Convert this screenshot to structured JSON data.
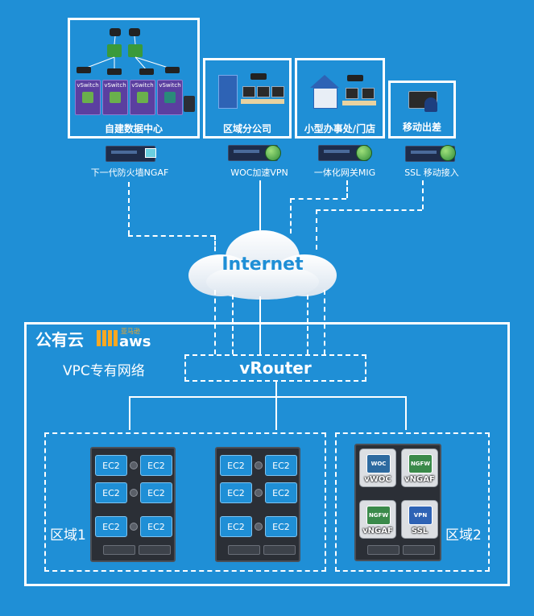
{
  "sites": {
    "datacenter": {
      "title": "自建数据中心",
      "vswitch": [
        "vSwitch",
        "vSwitch",
        "vSwitch",
        "vSwitch"
      ],
      "device_label": "下一代防火墙NGAF"
    },
    "branch": {
      "title": "区域分公司",
      "device_label": "WOC加速VPN"
    },
    "small_office": {
      "title": "小型办事处/门店",
      "device_label": "一体化网关MIG"
    },
    "mobile": {
      "title": "移动出差",
      "device_label": "SSL 移动接入"
    }
  },
  "internet": {
    "label": "Internet"
  },
  "cloud": {
    "title": "公有云",
    "aws_logo": {
      "text": "aws",
      "sub": "亚马逊"
    },
    "vpc_label": "VPC专有网络",
    "router": "vRouter",
    "zone1": {
      "label": "区域1",
      "rack1": [
        "EC2",
        "EC2",
        "EC2",
        "EC2",
        "EC2",
        "EC2"
      ],
      "rack2": [
        "EC2",
        "EC2",
        "EC2",
        "EC2",
        "EC2",
        "EC2"
      ]
    },
    "zone2": {
      "label": "区域2",
      "apps": [
        {
          "name": "vWOC",
          "badge": "WOC"
        },
        {
          "name": "vNGAF",
          "badge": "NGFW"
        },
        {
          "name": "vNGAF",
          "badge": "NGFW"
        },
        {
          "name": "SSL",
          "badge": "VPN"
        }
      ]
    }
  },
  "colors": {
    "background": "#1f8fd6",
    "line": "#ffffff"
  }
}
